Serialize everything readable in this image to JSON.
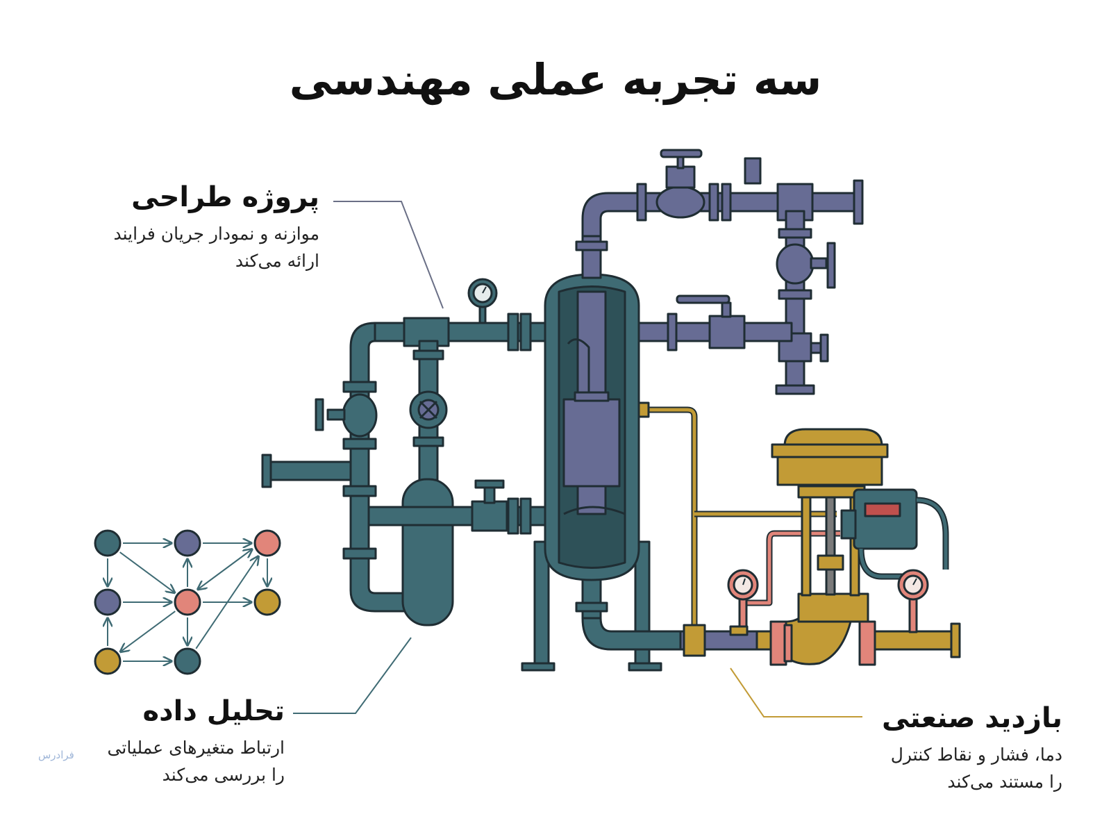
{
  "title": "سه تجربه عملی مهندسی",
  "labels": {
    "design": {
      "title": "پروژه طراحی",
      "line1": "موازنه و نمودار جریان فرایند",
      "line2": "ارائه می‌کند"
    },
    "data": {
      "title": "تحلیل داده",
      "line1": "ارتباط متغیرهای عملیاتی",
      "line2": "را بررسی می‌کند"
    },
    "visit": {
      "title": "بازدید صنعتی",
      "line1": "دما، فشار و نقاط کنترل",
      "line2": "را مستند می‌کند"
    }
  },
  "watermark": "فرادرس",
  "colors": {
    "teal_pipe": "#3f6b74",
    "purple_pipe": "#676c94",
    "gold_valve": "#c29b36",
    "salmon_line": "#e1857a",
    "outline": "#1f2d33",
    "gauge_red": "#c0504d",
    "node_teal": "#3f6b74",
    "node_purple": "#676c94",
    "node_salmon": "#e1857a",
    "node_gold": "#c29b36"
  },
  "graph": {
    "nodes": [
      {
        "id": "a",
        "col": 0,
        "row": 0,
        "color": "teal"
      },
      {
        "id": "b",
        "col": 1,
        "row": 0,
        "color": "purple"
      },
      {
        "id": "c",
        "col": 2,
        "row": 0,
        "color": "salmon"
      },
      {
        "id": "d",
        "col": 0,
        "row": 1,
        "color": "purple"
      },
      {
        "id": "e",
        "col": 1,
        "row": 1,
        "color": "salmon"
      },
      {
        "id": "f",
        "col": 2,
        "row": 1,
        "color": "gold"
      },
      {
        "id": "g",
        "col": 0,
        "row": 2,
        "color": "gold"
      },
      {
        "id": "h",
        "col": 1,
        "row": 2,
        "color": "teal"
      }
    ],
    "edges": [
      [
        "a",
        "b"
      ],
      [
        "b",
        "c"
      ],
      [
        "a",
        "d"
      ],
      [
        "a",
        "e"
      ],
      [
        "e",
        "b"
      ],
      [
        "e",
        "c"
      ],
      [
        "c",
        "e"
      ],
      [
        "c",
        "f"
      ],
      [
        "d",
        "e"
      ],
      [
        "e",
        "f"
      ],
      [
        "e",
        "h"
      ],
      [
        "g",
        "d"
      ],
      [
        "g",
        "h"
      ],
      [
        "e",
        "g"
      ],
      [
        "h",
        "c"
      ]
    ]
  }
}
